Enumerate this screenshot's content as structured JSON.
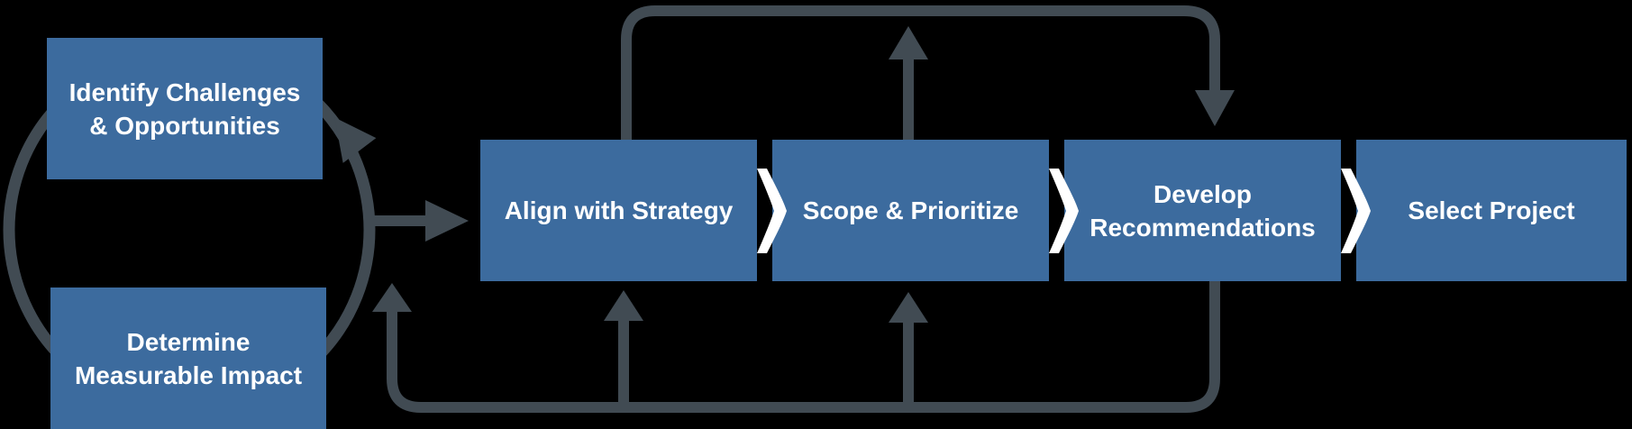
{
  "theme": {
    "background": "#000000",
    "box_blue": "#3C6B9E",
    "connector_gray": "#414B53",
    "text_white": "#FFFFFF",
    "chevron_white": "#FFFFFF"
  },
  "cycle": {
    "boxes": [
      {
        "lines": [
          "Identify Challenges",
          "& Opportunities"
        ]
      },
      {
        "lines": [
          "Determine",
          "Measurable Impact"
        ]
      }
    ]
  },
  "process": {
    "separator_icon": "chevron-right",
    "steps": [
      {
        "lines": [
          "Align with Strategy"
        ]
      },
      {
        "lines": [
          "Scope & Prioritize"
        ]
      },
      {
        "lines": [
          "Develop",
          "Recommendations"
        ]
      },
      {
        "lines": [
          "Select Project"
        ]
      }
    ]
  }
}
